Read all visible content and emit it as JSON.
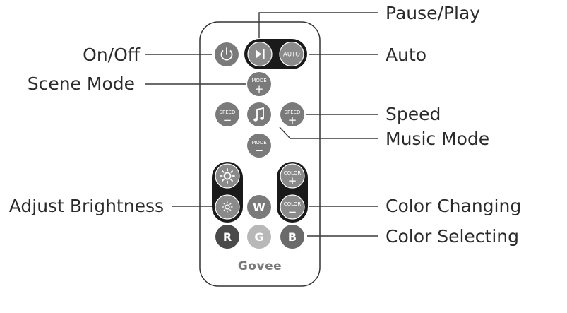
{
  "labels": {
    "pause_play": "Pause/Play",
    "on_off": "On/Off",
    "auto": "Auto",
    "scene_mode": "Scene Mode",
    "speed": "Speed",
    "music_mode": "Music Mode",
    "adjust_brightness": "Adjust Brightness",
    "color_changing": "Color Changing",
    "color_selecting": "Color Selecting"
  },
  "buttons": {
    "auto": "AUTO",
    "mode": "MODE",
    "speed": "SPEED",
    "color": "COLOR",
    "plus": "+",
    "minus": "−",
    "white": "W",
    "red": "R",
    "green": "G",
    "blue": "B"
  },
  "brand": "Govee",
  "colors": {
    "button": "#7a7a7a",
    "button_green": "#b8b8b8",
    "button_red": "#4a4a4a",
    "button_blue": "#6a6a6a",
    "cluster_border": "#1a1a1a"
  }
}
